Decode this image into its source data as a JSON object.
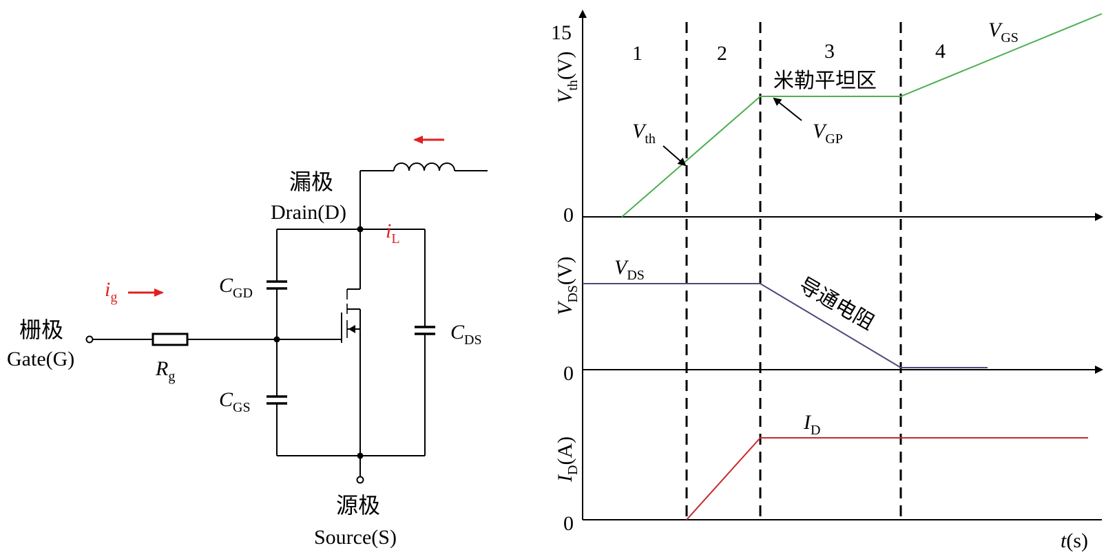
{
  "colors": {
    "accent_red": "#e02020",
    "vgs_green": "#4caf50",
    "vds_purple": "#4b4a7a",
    "id_red": "#c62828"
  },
  "circuit": {
    "drain_cn": "漏极",
    "drain_en": "Drain(D)",
    "gate_cn": "栅极",
    "gate_en": "Gate(G)",
    "source_cn": "源极",
    "source_en": "Source(S)",
    "rg": {
      "main": "R",
      "sub": "g"
    },
    "ig": {
      "main": "i",
      "sub": "g"
    },
    "il": {
      "main": "i",
      "sub": "L"
    },
    "cgd": {
      "main": "C",
      "sub": "GD"
    },
    "cgs": {
      "main": "C",
      "sub": "GS"
    },
    "cds": {
      "main": "C",
      "sub": "DS"
    }
  },
  "waveforms": {
    "stages": [
      "1",
      "2",
      "3",
      "4"
    ],
    "top": {
      "ylabel": {
        "main": "V",
        "sub": "th",
        "unit": "(V)"
      },
      "tick_15": "15",
      "zero": "0",
      "vgs_label": {
        "main": "V",
        "sub": "GS"
      },
      "vth_label": {
        "main": "V",
        "sub": "th"
      },
      "vgp_label": {
        "main": "V",
        "sub": "GP"
      },
      "miller_label": "米勒平坦区"
    },
    "middle": {
      "ylabel": {
        "main": "V",
        "sub": "DS",
        "unit": "(V)"
      },
      "zero": "0",
      "vds_label": {
        "main": "V",
        "sub": "DS"
      },
      "ron_label": "导通电阻"
    },
    "bottom": {
      "ylabel": {
        "main": "I",
        "sub": "D",
        "unit": "(A)"
      },
      "zero": "0",
      "id_label": {
        "main": "I",
        "sub": "D"
      }
    },
    "xlabel": {
      "main": "t",
      "unit": "(s)"
    }
  }
}
